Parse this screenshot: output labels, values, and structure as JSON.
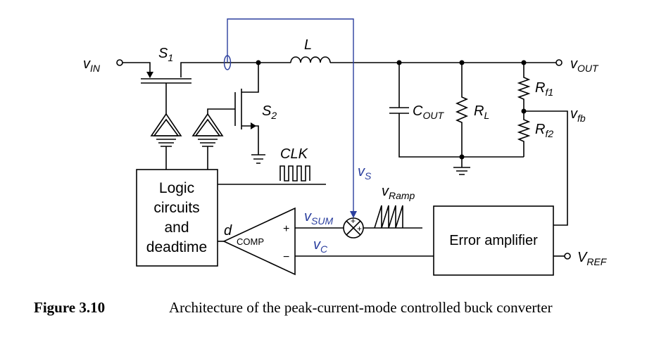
{
  "labels": {
    "vin": "v",
    "vin_sub": "IN",
    "s1": "S",
    "s1_sub": "1",
    "s2": "S",
    "s2_sub": "2",
    "l": "L",
    "vout": "v",
    "vout_sub": "OUT",
    "cout": "C",
    "cout_sub": "OUT",
    "rl": "R",
    "rl_sub": "L",
    "rf1": "R",
    "rf1_sub": "f1",
    "rf2": "R",
    "rf2_sub": "f2",
    "vfb": "v",
    "vfb_sub": "fb",
    "clk": "CLK",
    "vs": "v",
    "vs_sub": "S",
    "vramp": "v",
    "vramp_sub": "Ramp",
    "vsum": "v",
    "vsum_sub": "SUM",
    "vc": "v",
    "vc_sub": "C",
    "d": "d",
    "comp": "COMP",
    "comp_plus": "+",
    "comp_minus": "−",
    "sum_plus1": "+",
    "sum_plus2": "+",
    "vref": "V",
    "vref_sub": "REF"
  },
  "blocks": {
    "logic_lines": [
      "Logic",
      "circuits",
      "and",
      "deadtime"
    ],
    "error_amp": "Error amplifier"
  },
  "caption": {
    "number": "Figure 3.10",
    "text": "Architecture of the peak-current-mode controlled buck converter"
  },
  "colors": {
    "wire": "#000000",
    "sense": "#2b3f9e"
  }
}
